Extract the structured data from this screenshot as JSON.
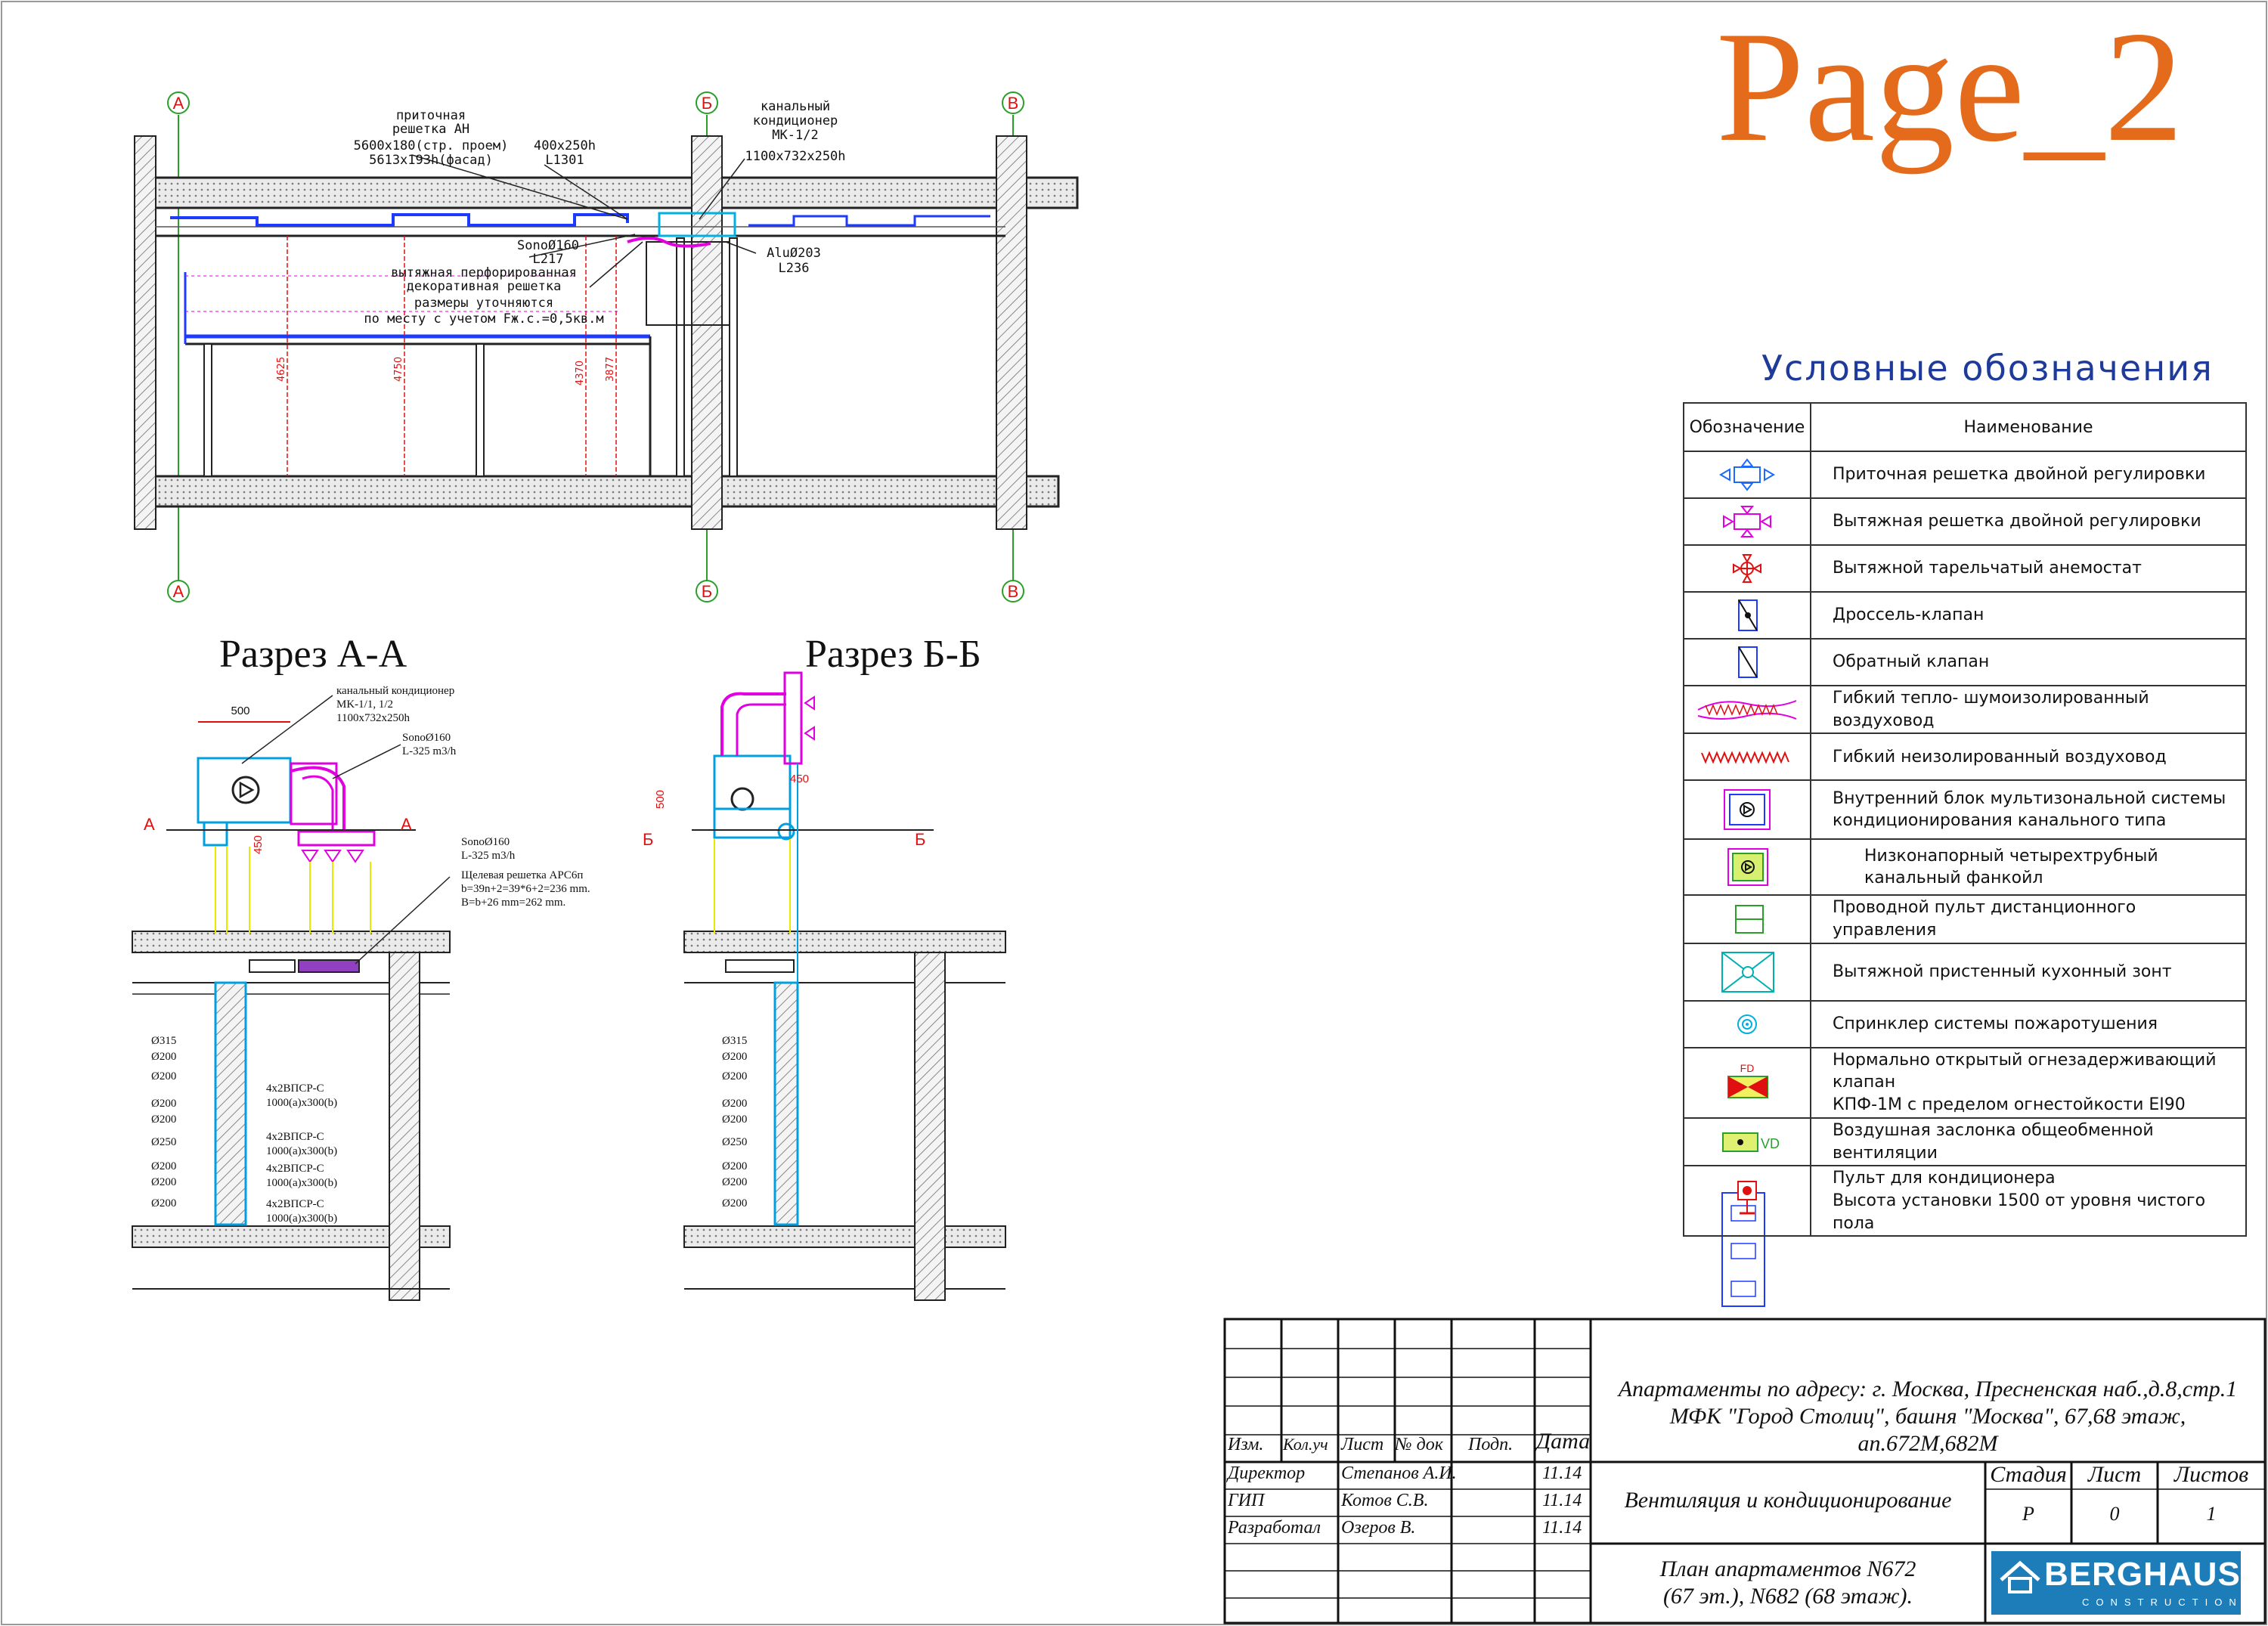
{
  "page_label": "Page_2",
  "axes": {
    "a": "А",
    "b": "Б",
    "c": "В"
  },
  "plan_notes": {
    "supply_grille": [
      "приточная",
      "решетка AH",
      "5600x180(стр. проем)",
      "5613x193h(фасад)"
    ],
    "duct_400": [
      "400x250h",
      "L1301"
    ],
    "duct_unit": [
      "канальный",
      "кондиционер",
      "MK-1/2",
      "1100x732x250h"
    ],
    "sono_plan": [
      "SonoØ160",
      "L217"
    ],
    "exhaust_grille": [
      "вытяжная перфорированная",
      "декоративная решетка",
      "размеры уточняются",
      "по месту с учетом Fж.с.=0,5кв.м"
    ],
    "alu_plan": [
      "AluØ203",
      "L236"
    ],
    "heights": [
      "4625",
      "4750",
      "4370",
      "3877"
    ]
  },
  "section_aa": {
    "title": "Разрез А-А",
    "dim_500": "500",
    "dim_450": "450",
    "unit": [
      "канальный кондиционер",
      "MK-1/1, 1/2",
      "1100x732x250h"
    ],
    "sono1": [
      "SonoØ160",
      "L-325 m3/h"
    ],
    "sono2": [
      "SonoØ160",
      "L-325 m3/h"
    ],
    "slot": [
      "Щелевая решетка АРС6п",
      "b=39n+2=39*6+2=236 mm.",
      "B=b+26 mm=262 mm."
    ],
    "diameters": [
      "Ø315",
      "Ø200",
      "Ø200",
      "Ø200",
      "Ø200",
      "Ø250",
      "Ø200",
      "Ø200",
      "Ø200"
    ],
    "dampers": [
      [
        "4x2ВПСР-С",
        "1000(a)x300(b)"
      ],
      [
        "4x2ВПСР-С",
        "1000(a)x300(b)"
      ],
      [
        "4x2ВПСР-С",
        "1000(a)x300(b)"
      ],
      [
        "4x2ВПСР-С",
        "1000(a)x300(b)"
      ]
    ],
    "cut": "А"
  },
  "section_bb": {
    "title": "Разрез Б-Б",
    "dim_500": "500",
    "dim_450": "450",
    "diameters": [
      "Ø315",
      "Ø200",
      "Ø200",
      "Ø200",
      "Ø200",
      "Ø250",
      "Ø200",
      "Ø200",
      "Ø200"
    ],
    "cut": "Б"
  },
  "legend": {
    "title": "Условные обозначения",
    "col_symbol": "Обозначение",
    "col_name": "Наименование",
    "rows": [
      {
        "icon": "supply-grille-icon",
        "name": "Приточная решетка двойной регулировки"
      },
      {
        "icon": "exhaust-grille-icon",
        "name": "Вытяжная решетка двойной регулировки"
      },
      {
        "icon": "exhaust-diffuser-icon",
        "name": "Вытяжной тарельчатый анемостат"
      },
      {
        "icon": "throttle-valve-icon",
        "name": "Дроссель-клапан"
      },
      {
        "icon": "check-valve-icon",
        "name": "Обратный клапан"
      },
      {
        "icon": "flex-duct-insulated-icon",
        "name": "Гибкий тепло- шумоизолированный воздуховод"
      },
      {
        "icon": "flex-duct-plain-icon",
        "name": "Гибкий неизолированный воздуховод"
      },
      {
        "icon": "vrf-indoor-unit-icon",
        "name": "Внутренний блок мультизональной системы\nкондиционирования канального типа"
      },
      {
        "icon": "fancoil-icon",
        "name": "Низконапорный четырехтрубный\nканальный фанкойл"
      },
      {
        "icon": "remote-panel-icon",
        "name": "Проводной пульт дистанционного управления"
      },
      {
        "icon": "kitchen-hood-icon",
        "name": "Вытяжной пристенный кухонный зонт"
      },
      {
        "icon": "sprinkler-icon",
        "name": "Спринклер системы пожаротушения"
      },
      {
        "icon": "fire-damper-icon",
        "name": "Нормально открытый огнезадерживающий клапан\nКПФ-1М с пределом огнестойкости EI90"
      },
      {
        "icon": "air-damper-icon",
        "name": "Воздушная заслонка общеобменной вентиляции"
      },
      {
        "icon": "ac-panel-icon",
        "name": "Пульт для кондиционера\nВысота установки 1500 от уровня чистого пола"
      }
    ],
    "fd_label": "FD",
    "vd_label": "VD"
  },
  "stamp": {
    "project": [
      "Апартаменты по адресу: г. Москва, Пресненская наб.,д.8,стр.1",
      "МФК \"Город Столиц\", башня \"Москва\", 67,68 этаж,",
      "ап.672М,682М"
    ],
    "headers": [
      "Изм.",
      "Кол.уч",
      "Лист",
      "№ док",
      "Подп.",
      "Дата"
    ],
    "people": [
      {
        "role": "Директор",
        "name": "Степанов А.И.",
        "date": "11.14"
      },
      {
        "role": "ГИП",
        "name": "Котов С.В.",
        "date": "11.14"
      },
      {
        "role": "Разработал",
        "name": "Озеров В.",
        "date": "11.14"
      }
    ],
    "section": "Вентиляция и кондиционирование",
    "stage_h": [
      "Стадия",
      "Лист",
      "Листов"
    ],
    "stage_v": [
      "Р",
      "0",
      "1"
    ],
    "sheet_title": [
      "План апартаментов N672",
      "(67 эт.),  N682 (68 этаж)."
    ],
    "logo": "BERGHAUS",
    "logo_sub": "CONSTRUCTION"
  }
}
